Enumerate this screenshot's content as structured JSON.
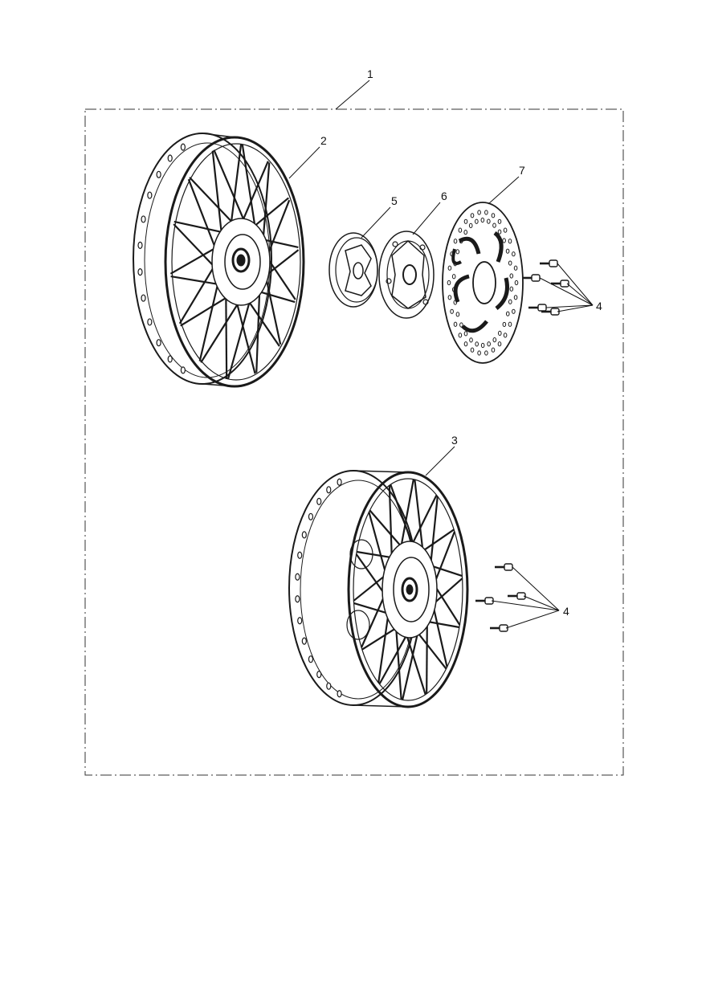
{
  "diagram": {
    "callouts": {
      "c1": "1",
      "c2": "2",
      "c3": "3",
      "c4_front": "4",
      "c4_rear": "4",
      "c5": "5",
      "c6": "6",
      "c7": "7"
    }
  }
}
